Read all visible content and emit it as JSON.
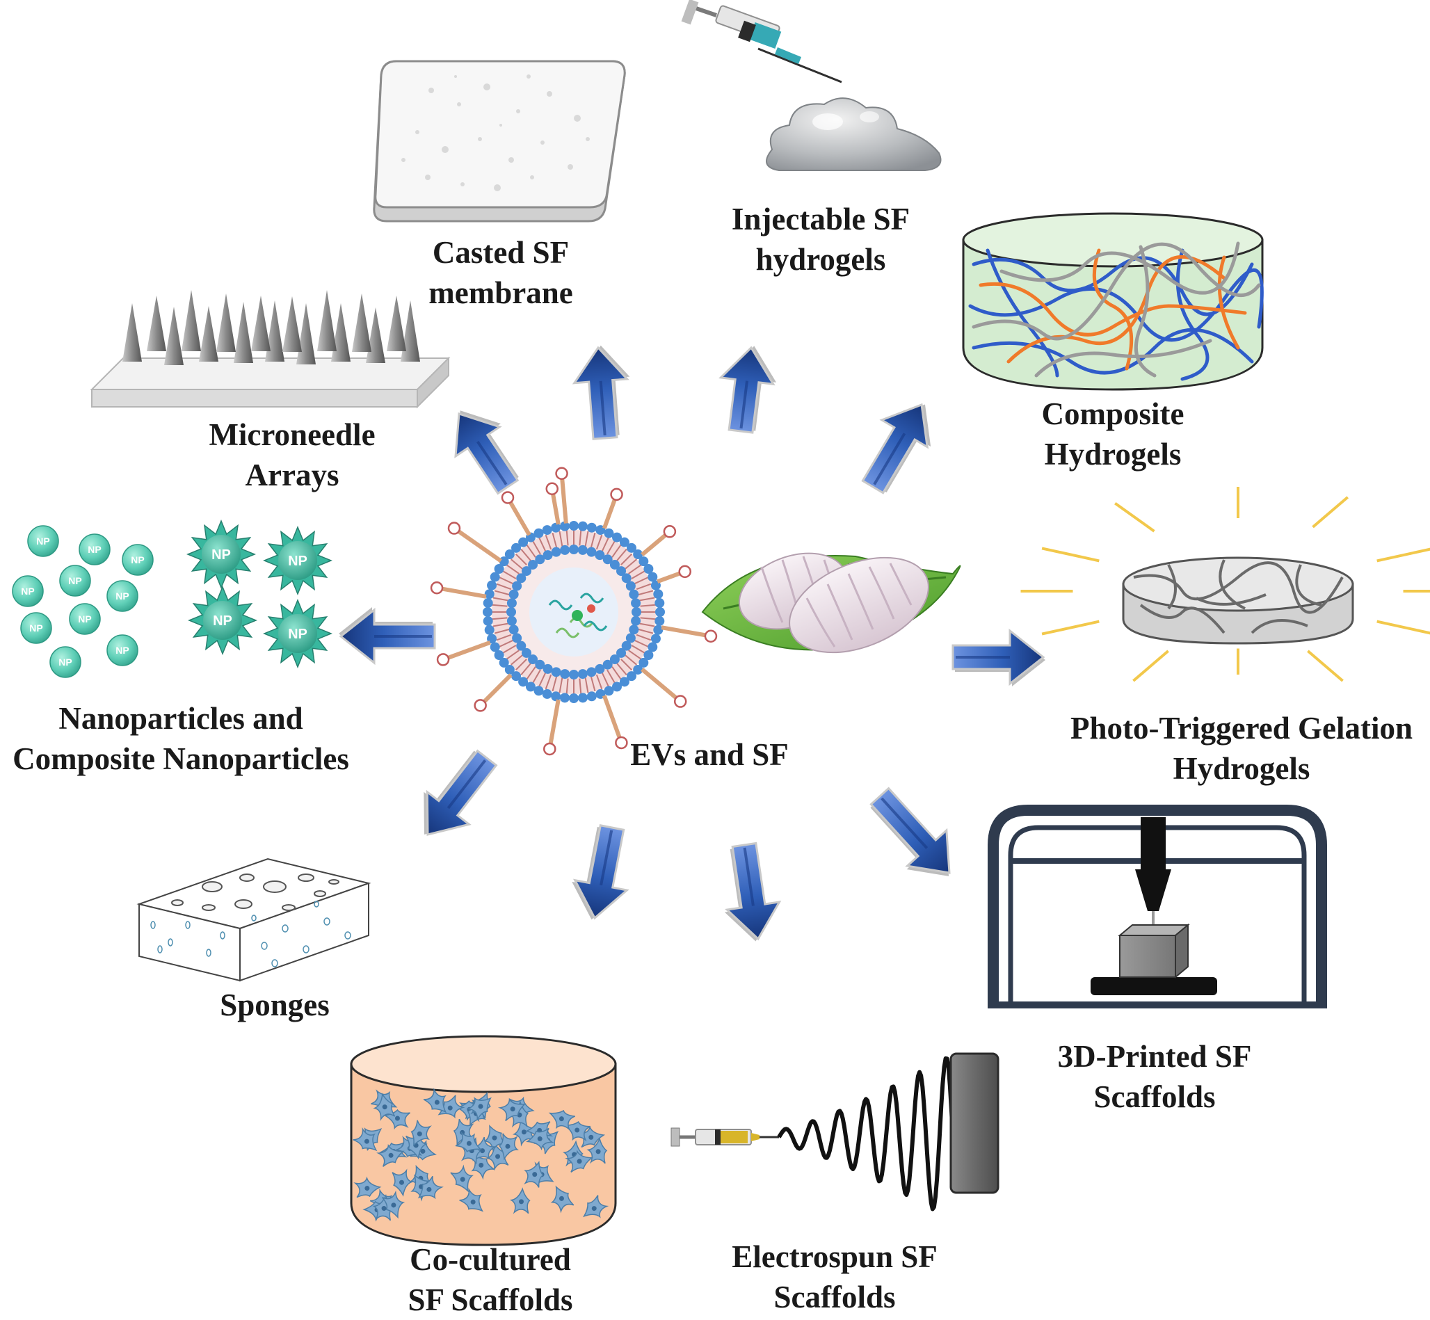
{
  "center": {
    "label": "EVs and SF"
  },
  "nodes": {
    "casted_membrane": {
      "line1": "Casted SF",
      "line2": "membrane"
    },
    "injectable_hydrogels": {
      "line1": "Injectable SF",
      "line2": "hydrogels"
    },
    "composite_hydrogels": {
      "line1": "Composite",
      "line2": "Hydrogels"
    },
    "microneedle_arrays": {
      "line1": "Microneedle",
      "line2": "Arrays"
    },
    "nanoparticles": {
      "line1": "Nanoparticles and",
      "line2": "Composite Nanoparticles"
    },
    "photo_triggered": {
      "line1": "Photo-Triggered Gelation",
      "line2": "Hydrogels"
    },
    "printed_3d": {
      "line1": "3D-Printed SF",
      "line2": "Scaffolds"
    },
    "sponges": {
      "line1": "Sponges"
    },
    "cocultured": {
      "line1": "Co-cultured",
      "line2": "SF Scaffolds"
    },
    "electrospun": {
      "line1": "Electrospun SF",
      "line2": "Scaffolds"
    }
  },
  "np_marker": "NP",
  "colors": {
    "arrow": "#2f5fb8",
    "arrow_dark": "#142f6e",
    "np_sphere": "#5fcfb7",
    "np_spiky": "#38b79e",
    "leaf": "#6fbe3e",
    "cocoon": "#ece3ea",
    "gel_green": "#d4ecd0",
    "fiber_orange": "#f07a2a",
    "fiber_blue": "#2f5cc9",
    "culture_peach": "#f9c7a3",
    "cell_blue": "#7fa9cf",
    "light_ray": "#f2c84b"
  }
}
